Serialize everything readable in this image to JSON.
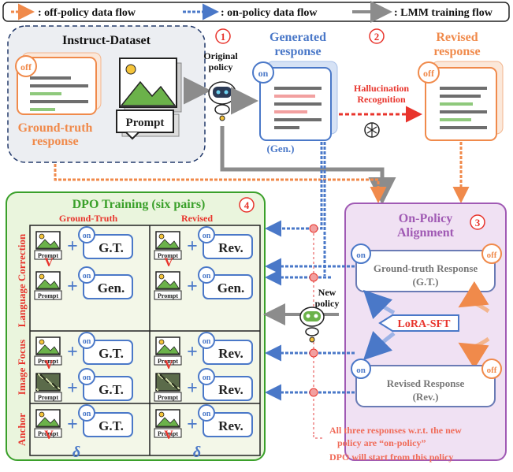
{
  "legend": {
    "off_label": ": off-policy data flow",
    "on_label": ": on-policy data flow",
    "lmm_label": ": LMM training flow"
  },
  "colors": {
    "orange": "#f08a4b",
    "blue": "#4a78c8",
    "red": "#e8342c",
    "green": "#3aa02a",
    "purple": "#a05ab4",
    "navy": "#233a6b",
    "gray": "#8c8c8c"
  },
  "instruct": {
    "title": "Instruct-Dataset",
    "gt_response_line1": "Ground-truth",
    "gt_response_line2": "response",
    "prompt_label": "Prompt",
    "off_tag": "off"
  },
  "step_numbers": [
    "1",
    "2",
    "3",
    "4"
  ],
  "original_policy": {
    "line1": "Original",
    "line2": "policy"
  },
  "generated": {
    "line1": "Generated",
    "line2": "response",
    "tag": "on",
    "caption": "(Gen.)"
  },
  "hallucination": {
    "line1": "Hallucination",
    "line2": "Recognition"
  },
  "revised": {
    "line1": "Revised",
    "line2": "response",
    "tag": "off"
  },
  "dpo": {
    "title": "DPO Training (six pairs)",
    "col_gt": "Ground-Truth",
    "col_rev": "Revised",
    "row_language": "Language Correction",
    "row_image": "Image Focus",
    "row_anchor": "Anchor",
    "prompt": "Prompt",
    "on": "on",
    "gt": "G.T.",
    "gen": "Gen.",
    "rev": "Rev.",
    "delta": "δ"
  },
  "alignment": {
    "title_line1": "On-Policy",
    "title_line2": "Alignment",
    "gt_line1": "Ground-truth Response",
    "gt_line2": "(G.T.)",
    "lora": "LoRA-SFT",
    "rev_line1": "Revised Response",
    "rev_line2": "(Rev.)",
    "on": "on",
    "off": "off"
  },
  "new_policy": {
    "line1": "New",
    "line2": "policy"
  },
  "notes": [
    "All three responses w.r.t. the new",
    "policy are “on-policy”",
    "DPO will start from this policy"
  ]
}
